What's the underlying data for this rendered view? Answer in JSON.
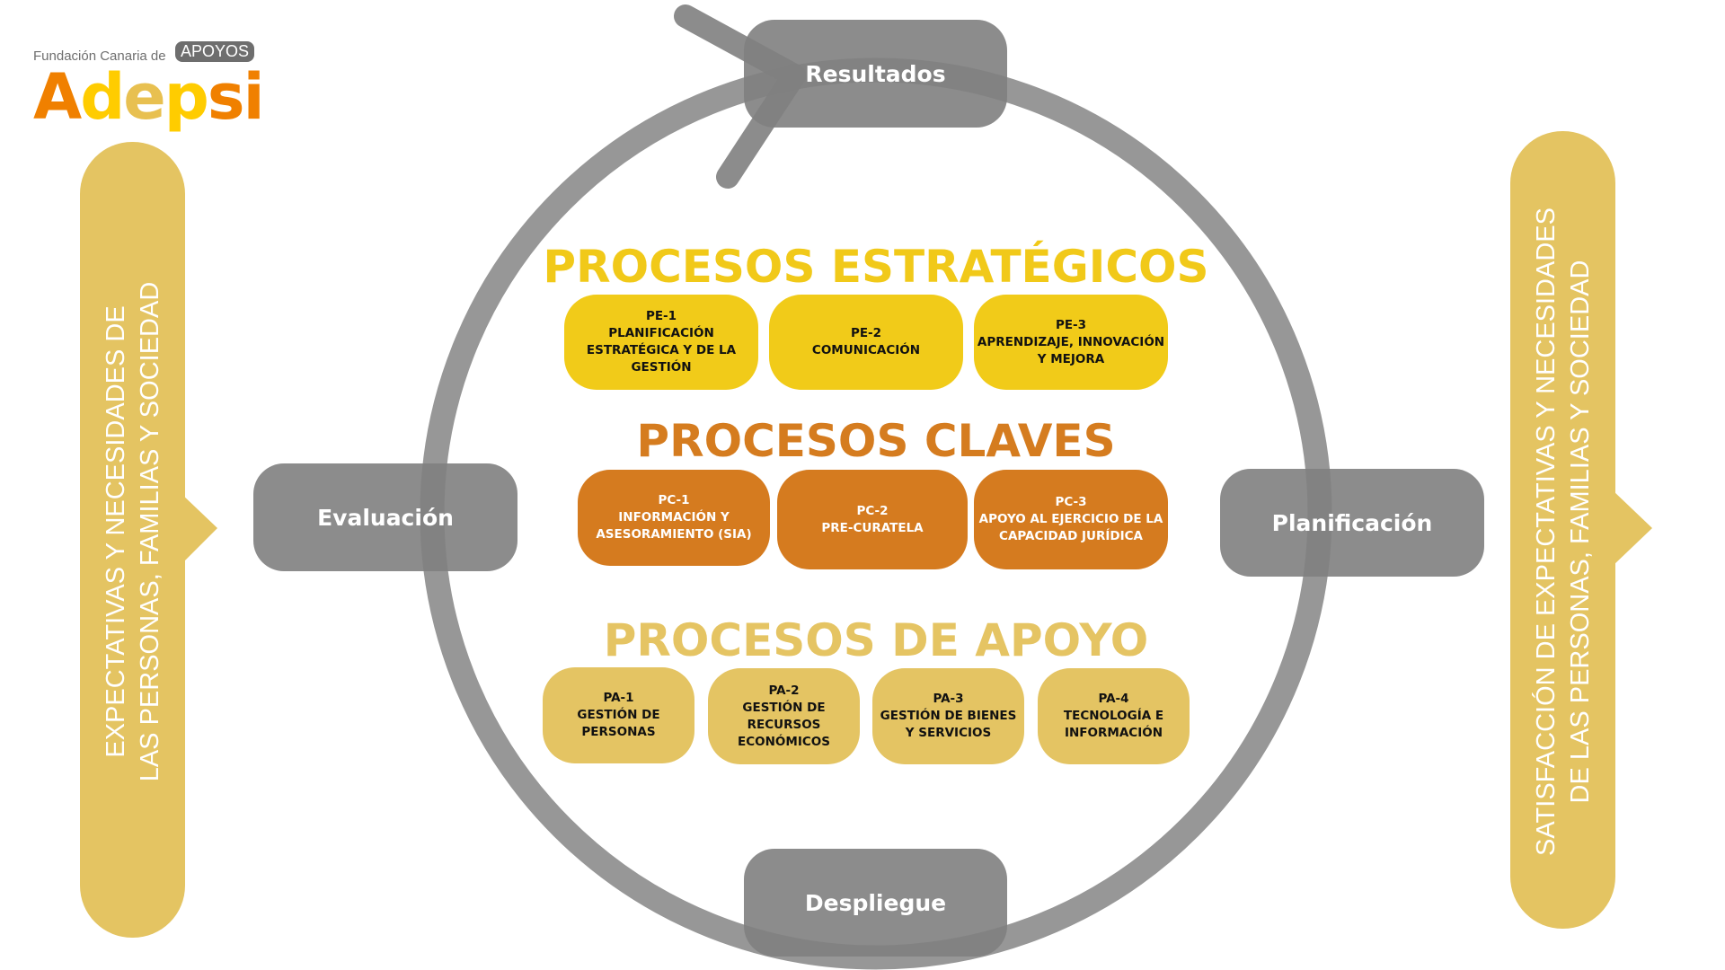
{
  "logo": {
    "tagline": "Fundación Canaria de",
    "badge": "APOYOS",
    "letters": [
      "A",
      "d",
      "e",
      "p",
      "s",
      "i"
    ],
    "colors": [
      "#f08000",
      "#ffcc00",
      "#e8c050",
      "#ffcc00",
      "#f08000",
      "#f08000"
    ]
  },
  "cycle": {
    "top": "Resultados",
    "bottom": "Despliegue",
    "left": "Evaluación",
    "right": "Planificación"
  },
  "left_banner": {
    "line1": "EXPECTATIVAS Y NECESIDADES DE",
    "line2": "LAS PERSONAS, FAMILIAS Y SOCIEDAD"
  },
  "right_banner": {
    "line1": "SATISFACCIÓN DE EXPECTATIVAS Y NECESIDADES",
    "line2": "DE LAS PERSONAS, FAMILIAS Y SOCIEDAD"
  },
  "strategic": {
    "title": "PROCESOS ESTRATÉGICOS",
    "color": "#f1c919",
    "items": [
      {
        "code": "PE-1",
        "name": "PLANIFICACIÓN ESTRATÉGICA Y DE LA GESTIÓN"
      },
      {
        "code": "PE-2",
        "name": "COMUNICACIÓN"
      },
      {
        "code": "PE-3",
        "name": "APRENDIZAJE, INNOVACIÓN Y MEJORA"
      }
    ]
  },
  "key": {
    "title": "PROCESOS CLAVES",
    "color": "#d57c1f",
    "items": [
      {
        "code": "PC-1",
        "name": "INFORMACIÓN Y ASESORAMIENTO (SIA)"
      },
      {
        "code": "PC-2",
        "name": "PRE-CURATELA"
      },
      {
        "code": "PC-3",
        "name": "APOYO AL EJERCICIO DE LA CAPACIDAD JURÍDICA"
      }
    ]
  },
  "support": {
    "title": "PROCESOS DE APOYO",
    "color": "#e5c463",
    "items": [
      {
        "code": "PA-1",
        "name": "GESTIÓN DE PERSONAS"
      },
      {
        "code": "PA-2",
        "name": "GESTIÓN DE RECURSOS ECONÓMICOS"
      },
      {
        "code": "PA-3",
        "name": "GESTIÓN DE BIENES Y SERVICIOS"
      },
      {
        "code": "PA-4",
        "name": "TECNOLOGÍA E INFORMACIÓN"
      }
    ]
  }
}
